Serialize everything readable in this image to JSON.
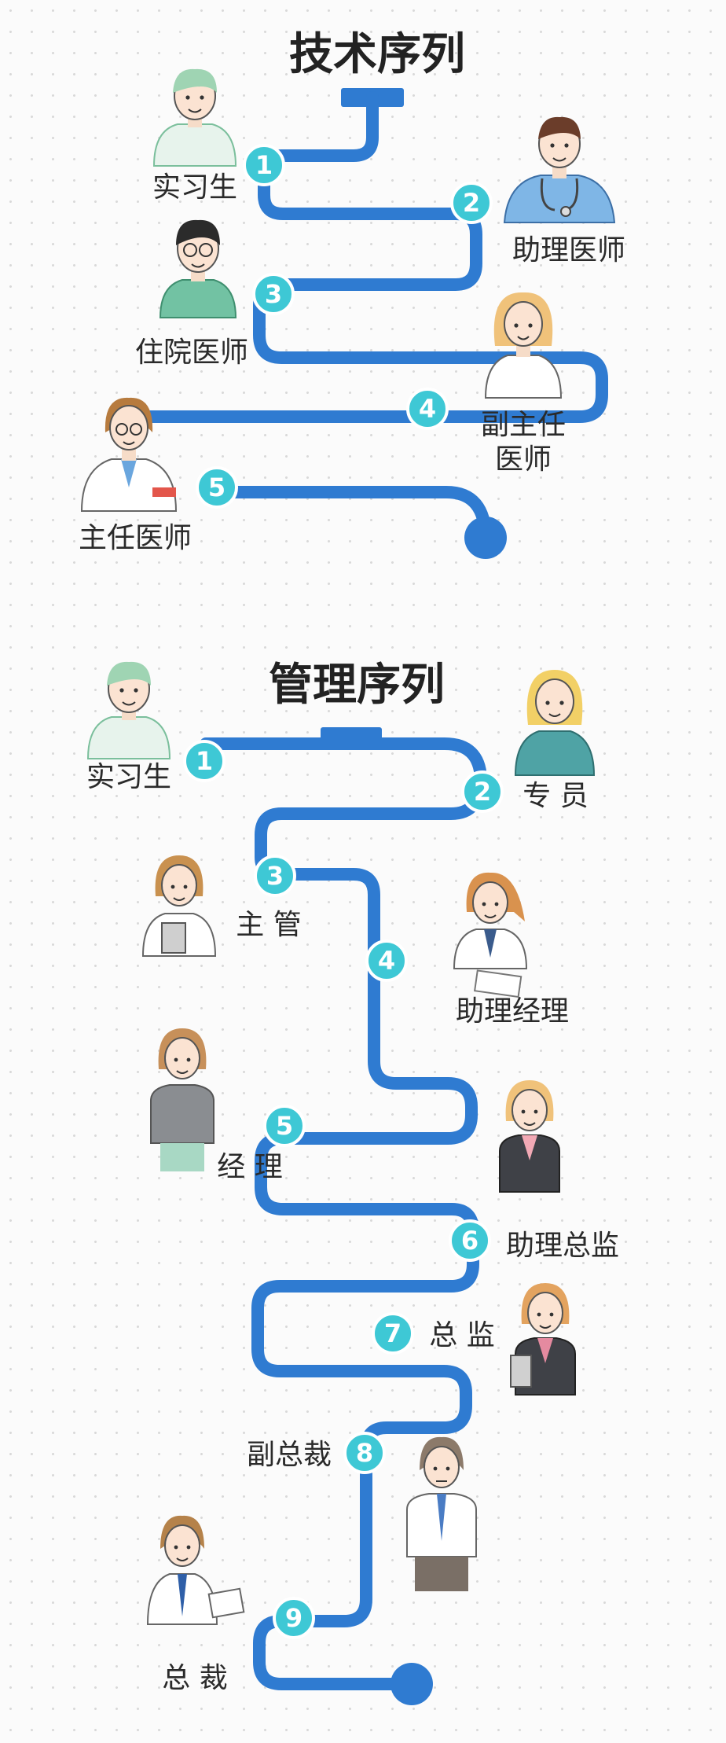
{
  "tech": {
    "title": "技术序列",
    "steps": [
      {
        "num": "1",
        "label": "实习生"
      },
      {
        "num": "2",
        "label": "助理医师"
      },
      {
        "num": "3",
        "label": "住院医师"
      },
      {
        "num": "4",
        "label_line1": "副主任",
        "label_line2": "医师"
      },
      {
        "num": "5",
        "label": "主任医师"
      }
    ]
  },
  "mgmt": {
    "title": "管理序列",
    "steps": [
      {
        "num": "1",
        "label": "实习生"
      },
      {
        "num": "2",
        "label": "专 员"
      },
      {
        "num": "3",
        "label": "主 管"
      },
      {
        "num": "4",
        "label": "助理经理"
      },
      {
        "num": "5",
        "label": "经 理"
      },
      {
        "num": "6",
        "label": "助理总监"
      },
      {
        "num": "7",
        "label": "总 监"
      },
      {
        "num": "8",
        "label": "副总裁"
      },
      {
        "num": "9",
        "label": "总 裁"
      }
    ]
  },
  "colors": {
    "path": "#2f7bd1",
    "marker": "#3ec8d5",
    "title": "#222222",
    "label": "#2a2a2a"
  },
  "icons": {
    "figures": "person-illustration-icon"
  }
}
